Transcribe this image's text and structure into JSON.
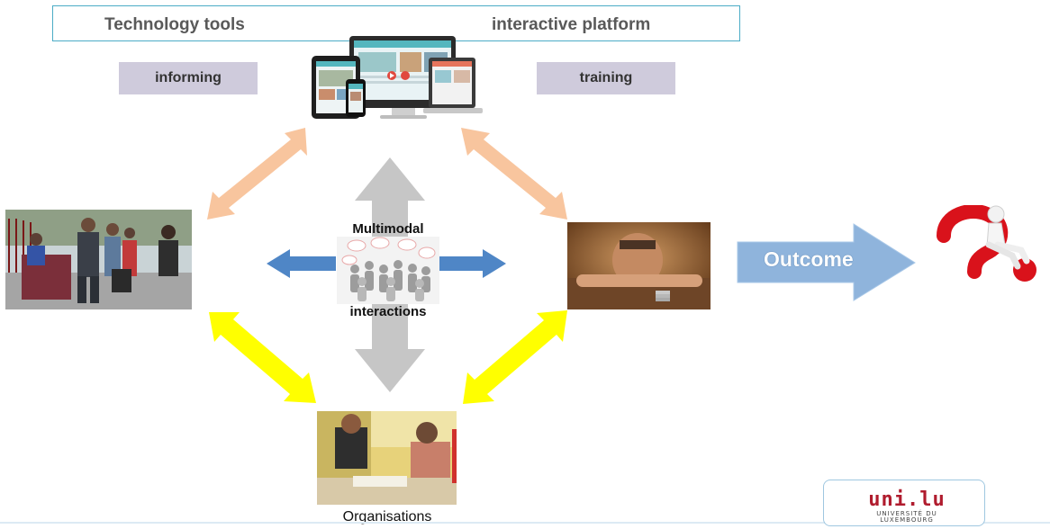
{
  "banner": {
    "left_text": "Technology tools",
    "right_text": "interactive platform"
  },
  "tags": {
    "informing": "informing",
    "training": "training"
  },
  "center": {
    "top_label": "Multimodal",
    "bottom_label": "interactions"
  },
  "outcome": {
    "label": "Outcome"
  },
  "organisations": {
    "label": "Organisations"
  },
  "logo": {
    "mark": "uni.lu",
    "line1": "UNIVERSITÉ DU",
    "line2": "LUXEMBOURG"
  },
  "colors": {
    "banner_border": "#4bacc6",
    "tag_fill": "#cfcbdc",
    "peach_arrow": "#f8c59e",
    "gray_arrow": "#c6c6c6",
    "blue_arrow": "#4f86c6",
    "yellow_arrow": "#ffff00",
    "outcome_arrow": "#8fb4dc",
    "logo_red": "#b01c2e"
  }
}
